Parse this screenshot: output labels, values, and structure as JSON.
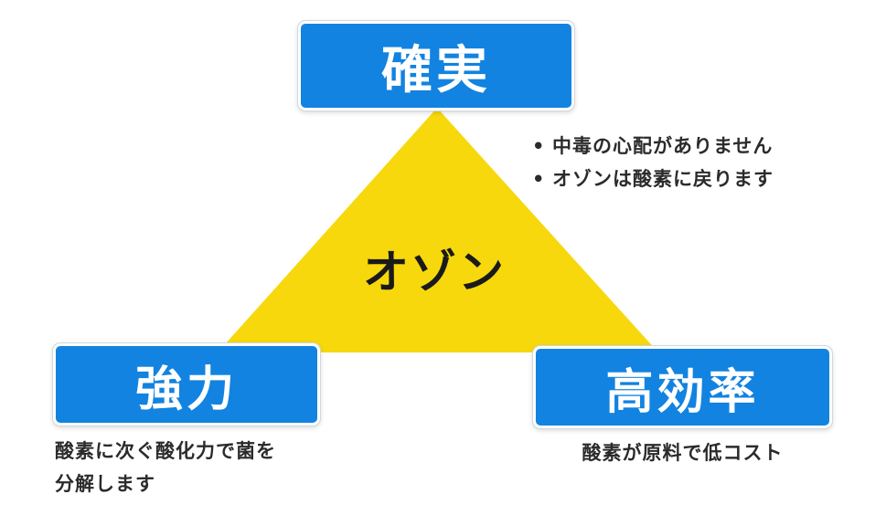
{
  "colors": {
    "triangle": "#f7d80c",
    "box": "#1283e0",
    "box_text": "#ffffff",
    "body_text": "#2b2b2b"
  },
  "center": {
    "label": "オゾン"
  },
  "top": {
    "label": "確実",
    "bullets": [
      "中毒の心配がありません",
      "オゾンは酸素に戻ります"
    ]
  },
  "left": {
    "label": "強力",
    "caption": "酸素に次ぐ酸化力で菌を\n分解します"
  },
  "right": {
    "label": "高効率",
    "caption": "酸素が原料で低コスト"
  }
}
